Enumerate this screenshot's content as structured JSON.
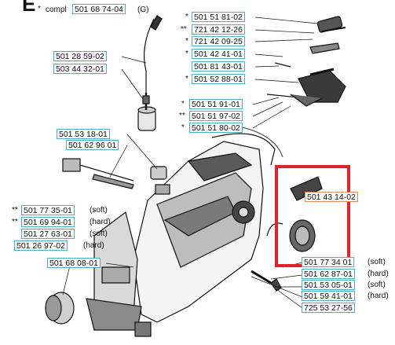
{
  "header": {
    "section_letter": "E",
    "compl_star": "*",
    "compl_label": "compl",
    "compl_part": "501 68 74-04",
    "compl_suffix": "(G)"
  },
  "top_right_parts": [
    {
      "mark": "*",
      "part": "501 51 81-02"
    },
    {
      "mark": "**",
      "part": "721 42 12-26"
    },
    {
      "mark": "*",
      "part": "721 42 09-25"
    },
    {
      "mark": "*",
      "part": "501 42 41-01"
    },
    {
      "mark": "",
      "part": "501 81 43-01"
    },
    {
      "mark": "*",
      "part": "501 52 88-01"
    }
  ],
  "middle_right_parts": [
    {
      "mark": "*",
      "part": "501 51 91-01"
    },
    {
      "mark": "**",
      "part": "501 51 97-02"
    },
    {
      "mark": "*",
      "part": "501 51 80-02"
    }
  ],
  "upper_left_parts": [
    "501 28 59-02",
    "503 44 32-01"
  ],
  "middle_left_parts": [
    "501 53 18-01",
    "501 62 96 01"
  ],
  "lower_left_parts": [
    {
      "mark": "**",
      "part": "501 77 35-01",
      "note": "(soft)"
    },
    {
      "mark": "**",
      "part": "501 69 94-01",
      "note": "(hard)"
    },
    {
      "mark": "",
      "part": "501 27 63-01",
      "note": "(soft)"
    },
    {
      "mark": "",
      "part": "501 26 97-02",
      "note": "(hard)"
    }
  ],
  "bottom_left_part": "501 68 08-01",
  "highlighted_part": "501 43 14-02",
  "bottom_right_parts": [
    {
      "part": "501 77 34 01",
      "note": "(soft)"
    },
    {
      "part": "501 62 87-01",
      "note": "(hard)"
    },
    {
      "part": "501 53 05-01",
      "note": "(soft)"
    },
    {
      "part": "501 59 41-01",
      "note": "(hard)"
    },
    {
      "part": "725 53 27-56",
      "note": ""
    }
  ],
  "colors": {
    "label_border": "#4ab0c8",
    "highlight_box": "#e0222a",
    "highlight_label": "#e08a5a"
  }
}
